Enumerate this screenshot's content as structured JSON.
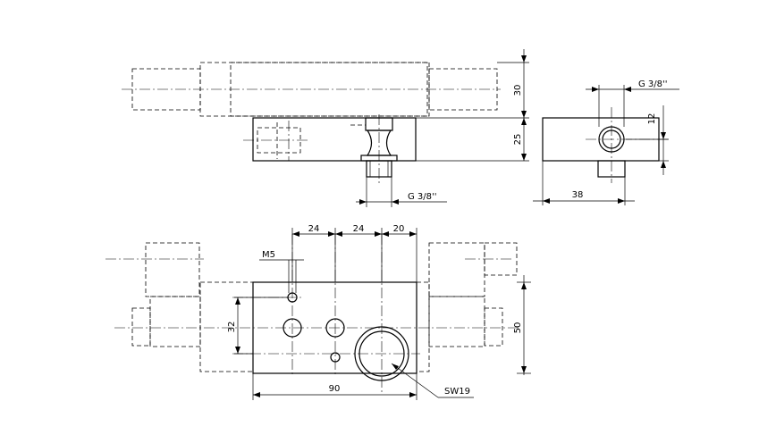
{
  "dimensions": {
    "side_view": {
      "height_upper": "30",
      "height_body": "25",
      "port_thread": "G 3/8''"
    },
    "end_view": {
      "port_thread": "G 3/8''",
      "port_offset": "12",
      "width": "38"
    },
    "plan_view": {
      "pitch_1": "24",
      "pitch_2": "24",
      "pitch_3": "20",
      "thread": "M5",
      "hole_span": "32",
      "depth": "50",
      "length": "90",
      "wrench_size": "SW19"
    }
  }
}
